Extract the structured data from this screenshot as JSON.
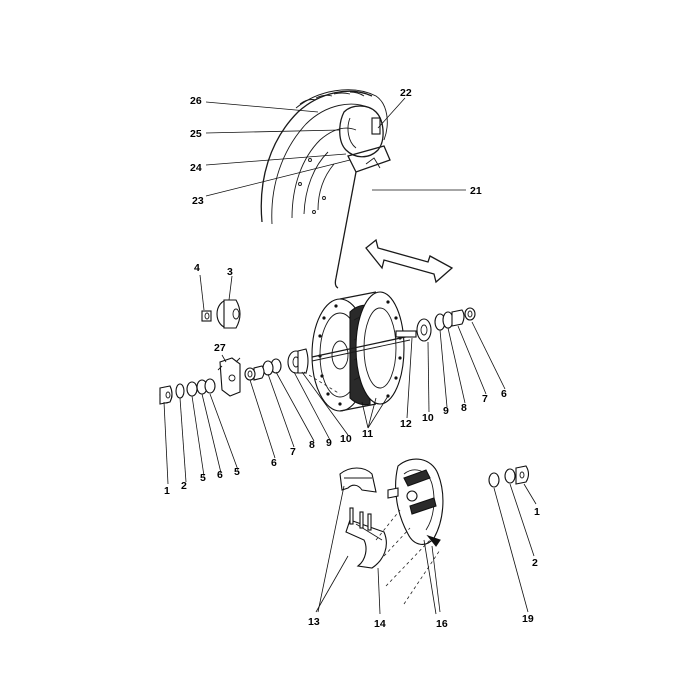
{
  "diagram": {
    "colors": {
      "ink": "#111111",
      "paper": "#ffffff",
      "shade": "#555555"
    },
    "labels": {
      "l1a": "1",
      "l1b": "1",
      "l2a": "2",
      "l2b": "2",
      "l3": "3",
      "l4": "4",
      "l5a": "5",
      "l5b": "5",
      "l6a": "6",
      "l6b": "6",
      "l6c": "6",
      "l7a": "7",
      "l7b": "7",
      "l8a": "8",
      "l8b": "8",
      "l9a": "9",
      "l9b": "9",
      "l10a": "10",
      "l10b": "10",
      "l11": "11",
      "l12": "12",
      "l13": "13",
      "l14": "14",
      "l16": "16",
      "l19": "19",
      "l21": "21",
      "l22": "22",
      "l23": "23",
      "l24": "24",
      "l25": "25",
      "l26": "26",
      "l27": "27"
    }
  }
}
